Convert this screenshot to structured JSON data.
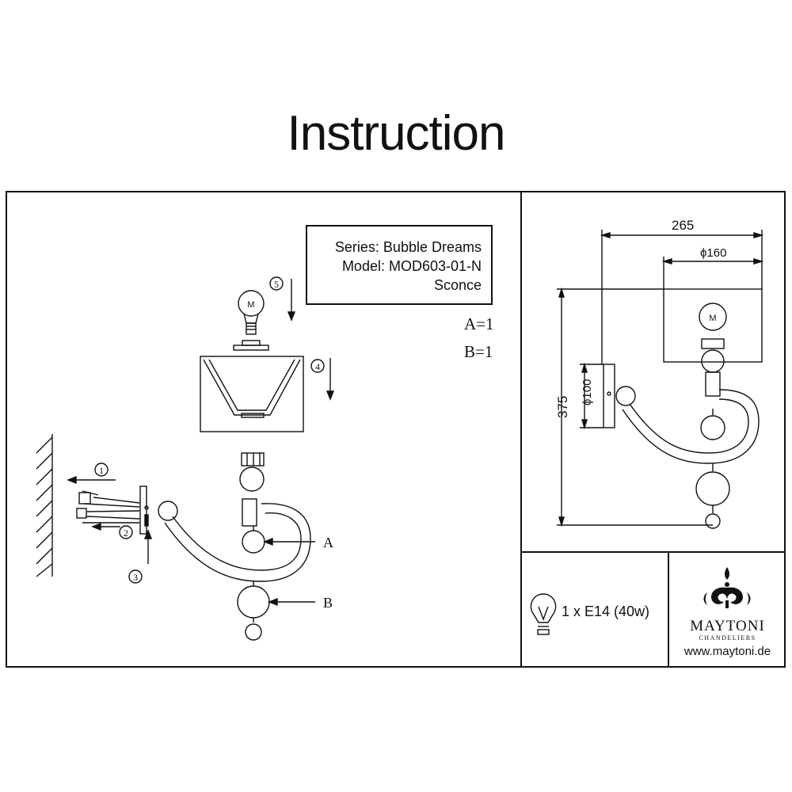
{
  "title": "Instruction",
  "info": {
    "series": "Series: Bubble Dreams",
    "model": "Model: MOD603-01-N",
    "type": "Sconce"
  },
  "quantities": [
    "A=1",
    "B=1"
  ],
  "steps": [
    "1",
    "2",
    "3",
    "4",
    "5"
  ],
  "part_labels": [
    "A",
    "B"
  ],
  "bulb_mark": "M",
  "dimensions": {
    "width": "265",
    "shade_diameter": "ϕ160",
    "height": "375",
    "base_diameter": "ϕ100"
  },
  "bulb_spec": "1 x E14 (40w)",
  "brand": {
    "name": "MAYTONI",
    "subtitle": "CHANDELIERS",
    "url": "www.maytoni.de"
  }
}
